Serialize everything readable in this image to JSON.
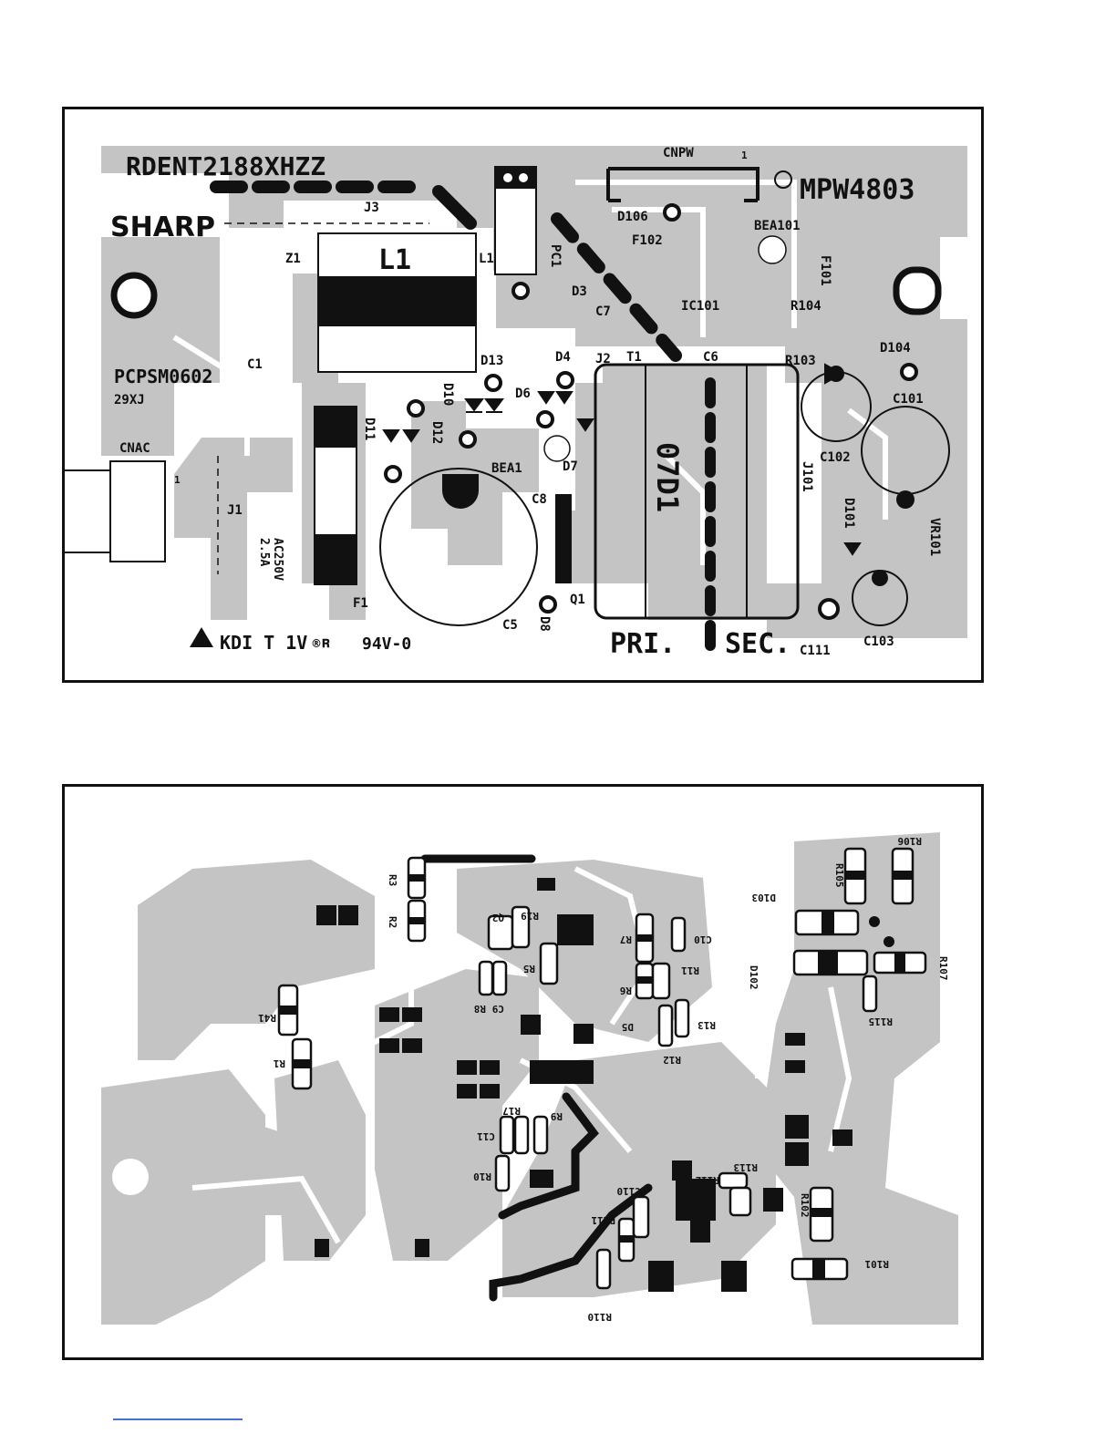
{
  "top_board": {
    "part_number": "RDENT2188XHZZ",
    "brand": "SHARP",
    "model_code": "MPW4803",
    "pc_code": "PCPSM0602",
    "pc_code_sub": "29XJ",
    "manufacturer_mark": "KDI T 1V",
    "flammability": "94V-0",
    "fuse_rating_1": "AC250V",
    "fuse_rating_2": "2.5A",
    "transformer_code": "07D1",
    "primary_label": "PRI.",
    "secondary_label": "SEC.",
    "components": {
      "cnpw": "CNPW",
      "cnpw_pin": "1",
      "d106": "D106",
      "f102": "F102",
      "bea101": "BEA101",
      "f101": "F101",
      "ic101": "IC101",
      "pc1": "PC1",
      "l1_small": "L1",
      "l1": "L1",
      "j3": "J3",
      "z1": "Z1",
      "d3": "D3",
      "c7": "C7",
      "r104": "R104",
      "r103": "R103",
      "c6": "C6",
      "t1": "T1",
      "j2": "J2",
      "d4": "D4",
      "d13": "D13",
      "d104": "D104",
      "c1": "C1",
      "d10": "D10",
      "d6": "D6",
      "c101": "C101",
      "d11": "D11",
      "d12": "D12",
      "c102": "C102",
      "cnac": "CNAC",
      "cnac_pin": "1",
      "bea1": "BEA1",
      "d7": "D7",
      "j101": "J101",
      "c8": "C8",
      "j1": "J1",
      "d101": "D101",
      "vr101": "VR101",
      "f1": "F1",
      "q1": "Q1",
      "c5": "C5",
      "d8": "D8",
      "c103": "C103",
      "c111": "C111"
    }
  },
  "bottom_board": {
    "components": {
      "r3": "R3",
      "r2": "R2",
      "r19": "R19",
      "q2": "Q2",
      "r7": "R7",
      "c10": "C10",
      "r5": "R5",
      "r11": "R11",
      "r6": "R6",
      "c9": "C9",
      "r8": "R8",
      "r41": "R41",
      "r1": "R1",
      "d5": "D5",
      "r13": "R13",
      "r12": "R12",
      "r17": "R17",
      "r9": "R9",
      "c11": "C11",
      "r10": "R10",
      "r106": "R106",
      "r105": "R105",
      "d103": "D103",
      "d102": "D102",
      "r107": "R107",
      "r115": "R115",
      "r113": "R113",
      "r112": "R112",
      "c110": "C110",
      "r111": "R111",
      "r110": "R110",
      "r102": "R102",
      "r101": "R101"
    }
  },
  "colors": {
    "copper": "#c4c4c4",
    "ink": "#111111",
    "link": "#4b6fd0"
  }
}
